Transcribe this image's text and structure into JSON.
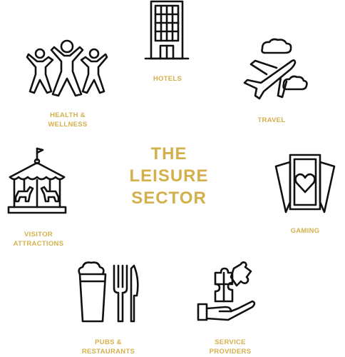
{
  "title": {
    "line1": "THE",
    "line2": "LEISURE",
    "line3": "SECTOR"
  },
  "accent_color": "#D4B04C",
  "icon_color": "#111111",
  "sectors": {
    "hotels": {
      "line1": "HOTELS",
      "icon": "hotel-building-icon"
    },
    "travel": {
      "line1": "TRAVEL",
      "icon": "airplane-clouds-icon"
    },
    "gaming": {
      "line1": "GAMING",
      "icon": "playing-cards-icon"
    },
    "service_providers": {
      "line1": "SERVICE",
      "line2": "PROVIDERS",
      "icon": "hand-puzzle-icon"
    },
    "pubs_restaurants": {
      "line1": "PUBS &",
      "line2": "RESTAURANTS",
      "icon": "beer-cutlery-icon"
    },
    "visitor_attractions": {
      "line1": "VISITOR",
      "line2": "ATTRACTIONS",
      "icon": "carousel-icon"
    },
    "health_wellness": {
      "line1": "HEALTH &",
      "line2": "WELLNESS",
      "icon": "people-jumping-icon"
    }
  }
}
